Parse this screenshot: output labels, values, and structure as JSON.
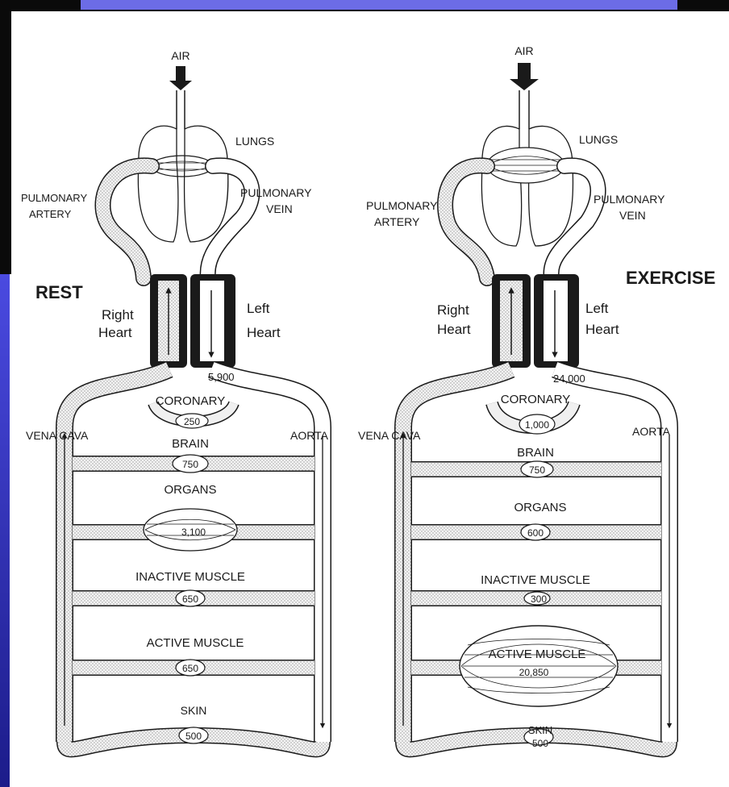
{
  "colors": {
    "frame_dark": "#0a0a0a",
    "slide_blue": "#3a3ad6",
    "slide_blue_dark": "#1c1c8a",
    "ink": "#1a1a1a",
    "paper": "#ffffff",
    "vessel_fill": "#ececec"
  },
  "rest": {
    "state_label": "REST",
    "air": "AIR",
    "lungs": "LUNGS",
    "pulmonary_artery": [
      "PULMONARY",
      "ARTERY"
    ],
    "pulmonary_vein": [
      "PULMONARY",
      "VEIN"
    ],
    "right_heart": [
      "Right",
      "Heart"
    ],
    "left_heart": [
      "Left",
      "Heart"
    ],
    "cardiac_output": "5,900",
    "coronary": "CORONARY",
    "coronary_flow": "250",
    "vena_cava": "VENA CAVA",
    "aorta": "AORTA",
    "brain": "BRAIN",
    "brain_flow": "750",
    "organs": "ORGANS",
    "organs_flow": "3,100",
    "inactive_muscle": "INACTIVE MUSCLE",
    "inactive_muscle_flow": "650",
    "active_muscle": "ACTIVE MUSCLE",
    "active_muscle_flow": "650",
    "skin": "SKIN",
    "skin_flow": "500"
  },
  "exercise": {
    "state_label": "EXERCISE",
    "air": "AIR",
    "lungs": "LUNGS",
    "pulmonary_artery": [
      "PULMONARY",
      "ARTERY"
    ],
    "pulmonary_vein": [
      "PULMONARY",
      "VEIN"
    ],
    "right_heart": [
      "Right",
      "Heart"
    ],
    "left_heart": [
      "Left",
      "Heart"
    ],
    "cardiac_output": "24,000",
    "coronary": "CORONARY",
    "coronary_flow": "1,000",
    "vena_cava": "VENA CAVA",
    "aorta": "AORTA",
    "brain": "BRAIN",
    "brain_flow": "750",
    "organs": "ORGANS",
    "organs_flow": "600",
    "inactive_muscle": "INACTIVE MUSCLE",
    "inactive_muscle_flow": "300",
    "active_muscle": "ACTIVE MUSCLE",
    "active_muscle_flow": "20,850",
    "skin": "SKIN",
    "skin_flow": "500"
  }
}
